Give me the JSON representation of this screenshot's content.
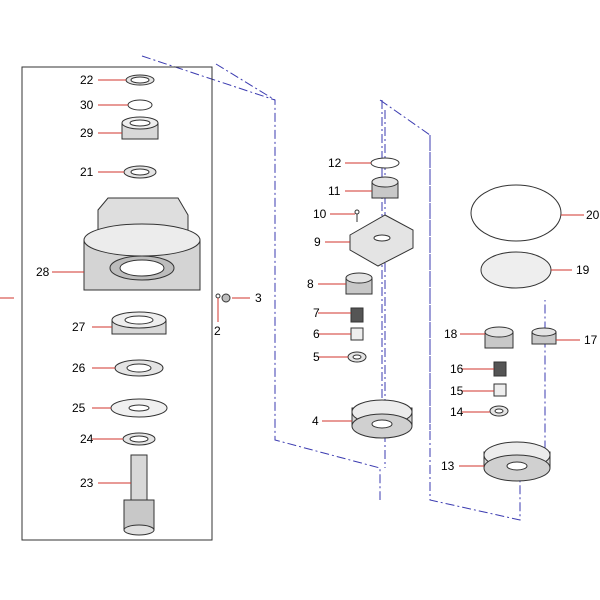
{
  "colors": {
    "leader": "#d0342c",
    "guide": "#3b3bb0",
    "outline": "#333333",
    "part_fill": "#e4e4e4",
    "part_shadow": "#bdbdbd"
  },
  "callouts": {
    "c22": "22",
    "c30": "30",
    "c29": "29",
    "c21": "21",
    "c28": "28",
    "c3": "3",
    "c2": "2",
    "c27": "27",
    "c26": "26",
    "c25": "25",
    "c24": "24",
    "c23": "23",
    "c12": "12",
    "c11": "11",
    "c10": "10",
    "c9": "9",
    "c8": "8",
    "c7": "7",
    "c6": "6",
    "c5": "5",
    "c4": "4",
    "c20": "20",
    "c19": "19",
    "c18": "18",
    "c17": "17",
    "c16": "16",
    "c15": "15",
    "c14": "14",
    "c13": "13"
  }
}
